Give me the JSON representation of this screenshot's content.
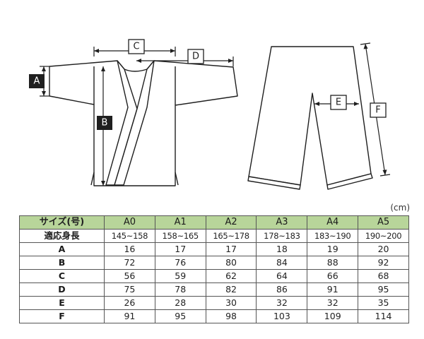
{
  "labels": {
    "a": "A",
    "b": "B",
    "c": "C",
    "d": "D",
    "e": "E",
    "f": "F"
  },
  "unit": "(cm)",
  "table": {
    "corner": "サイズ(号)",
    "sizes": [
      "A0",
      "A1",
      "A2",
      "A3",
      "A4",
      "A5"
    ],
    "rows": [
      {
        "label": "適応身長",
        "values": [
          "145~158",
          "158~165",
          "165~178",
          "178~183",
          "183~190",
          "190~200"
        ]
      },
      {
        "label": "A",
        "values": [
          "16",
          "17",
          "17",
          "18",
          "19",
          "20"
        ]
      },
      {
        "label": "B",
        "values": [
          "72",
          "76",
          "80",
          "84",
          "88",
          "92"
        ]
      },
      {
        "label": "C",
        "values": [
          "56",
          "59",
          "62",
          "64",
          "66",
          "68"
        ]
      },
      {
        "label": "D",
        "values": [
          "75",
          "78",
          "82",
          "86",
          "91",
          "95"
        ]
      },
      {
        "label": "E",
        "values": [
          "26",
          "28",
          "30",
          "32",
          "32",
          "35"
        ]
      },
      {
        "label": "F",
        "values": [
          "91",
          "95",
          "98",
          "103",
          "109",
          "114"
        ]
      }
    ]
  },
  "colors": {
    "header_bg": "#b8d59a",
    "line": "#1f1f1f"
  }
}
